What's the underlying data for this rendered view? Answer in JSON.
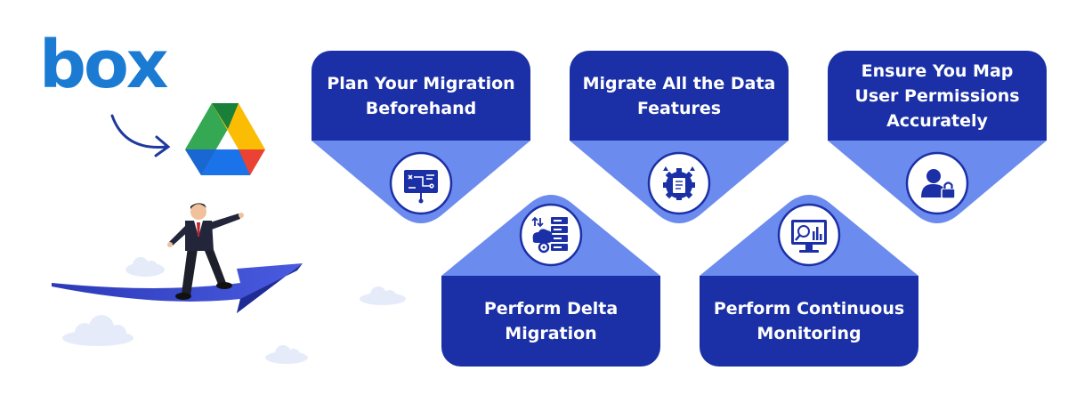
{
  "brand": {
    "box_logo_text": "box",
    "box_color": "#1b7bd3",
    "drive_colors": [
      "#1a73e8",
      "#ea4335",
      "#34a853",
      "#fbbc04",
      "#188038",
      "#1967d2"
    ]
  },
  "colors": {
    "card_dark": "#1b30a6",
    "card_light": "#6b8cee",
    "arrow_blue": "#3546c8",
    "icon_stroke": "#1b30a6",
    "cloud": "#e6ebfa"
  },
  "icons": {
    "plan": "flowchart-board-icon",
    "delta": "cloud-server-sync-icon",
    "features": "gear-document-icon",
    "monitoring": "monitor-search-chart-icon",
    "permissions": "user-lock-icon"
  },
  "steps": {
    "plan": "Plan Your Migration\nBeforehand",
    "delta": "Perform Delta\nMigration",
    "features": "Migrate All the Data\nFeatures",
    "monitoring": "Perform Continuous\nMonitoring",
    "permissions": "Ensure You Map\nUser Permissions\nAccurately"
  }
}
